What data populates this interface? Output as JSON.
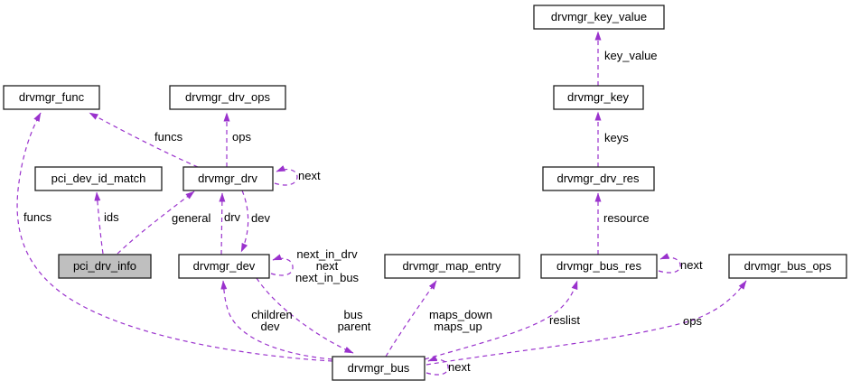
{
  "diagram": {
    "kind": "collaboration-graph",
    "colors": {
      "edge": "#9a32cd",
      "node_fill": "#ffffff",
      "node_border": "#1f1f1f",
      "highlight_fill": "#bfbfbf",
      "text": "#000000",
      "background": "#ffffff"
    },
    "nodes": [
      {
        "label": "drvmgr_key_value",
        "highlighted": false
      },
      {
        "label": "drvmgr_func",
        "highlighted": false
      },
      {
        "label": "drvmgr_drv_ops",
        "highlighted": false
      },
      {
        "label": "drvmgr_key",
        "highlighted": false
      },
      {
        "label": "pci_dev_id_match",
        "highlighted": false
      },
      {
        "label": "drvmgr_drv",
        "highlighted": false
      },
      {
        "label": "drvmgr_drv_res",
        "highlighted": false
      },
      {
        "label": "pci_drv_info",
        "highlighted": true
      },
      {
        "label": "drvmgr_dev",
        "highlighted": false
      },
      {
        "label": "drvmgr_map_entry",
        "highlighted": false
      },
      {
        "label": "drvmgr_bus_res",
        "highlighted": false
      },
      {
        "label": "drvmgr_bus_ops",
        "highlighted": false
      },
      {
        "label": "drvmgr_bus",
        "highlighted": false
      }
    ],
    "edges": [
      {
        "from": "drvmgr_key",
        "to": "drvmgr_key_value",
        "labels": [
          "key_value"
        ]
      },
      {
        "from": "drvmgr_drv_res",
        "to": "drvmgr_key",
        "labels": [
          "keys"
        ]
      },
      {
        "from": "drvmgr_bus_res",
        "to": "drvmgr_drv_res",
        "labels": [
          "resource"
        ]
      },
      {
        "from": "drvmgr_drv",
        "to": "drvmgr_drv_ops",
        "labels": [
          "ops"
        ]
      },
      {
        "from": "drvmgr_drv",
        "to": "drvmgr_func",
        "labels": [
          "funcs"
        ]
      },
      {
        "from": "drvmgr_drv",
        "to": "drvmgr_drv",
        "labels": [
          "next"
        ]
      },
      {
        "from": "drvmgr_drv",
        "to": "drvmgr_dev",
        "labels": [
          "dev"
        ]
      },
      {
        "from": "drvmgr_dev",
        "to": "drvmgr_drv",
        "labels": [
          "drv"
        ]
      },
      {
        "from": "pci_drv_info",
        "to": "pci_dev_id_match",
        "labels": [
          "ids"
        ]
      },
      {
        "from": "pci_drv_info",
        "to": "drvmgr_drv",
        "labels": [
          "general"
        ]
      },
      {
        "from": "drvmgr_dev",
        "to": "drvmgr_dev",
        "labels": [
          "next_in_drv",
          "next",
          "next_in_bus"
        ]
      },
      {
        "from": "drvmgr_bus",
        "to": "drvmgr_dev",
        "labels": [
          "children",
          "dev"
        ]
      },
      {
        "from": "drvmgr_dev",
        "to": "drvmgr_bus",
        "labels": [
          "bus",
          "parent"
        ]
      },
      {
        "from": "drvmgr_bus",
        "to": "drvmgr_map_entry",
        "labels": [
          "maps_down",
          "maps_up"
        ]
      },
      {
        "from": "drvmgr_bus",
        "to": "drvmgr_bus_res",
        "labels": [
          "reslist"
        ]
      },
      {
        "from": "drvmgr_bus_res",
        "to": "drvmgr_bus_res",
        "labels": [
          "next"
        ]
      },
      {
        "from": "drvmgr_bus",
        "to": "drvmgr_bus_ops",
        "labels": [
          "ops"
        ]
      },
      {
        "from": "drvmgr_bus",
        "to": "drvmgr_bus",
        "labels": [
          "next"
        ]
      },
      {
        "from": "drvmgr_bus",
        "to": "drvmgr_func",
        "labels": [
          "funcs"
        ]
      }
    ]
  }
}
